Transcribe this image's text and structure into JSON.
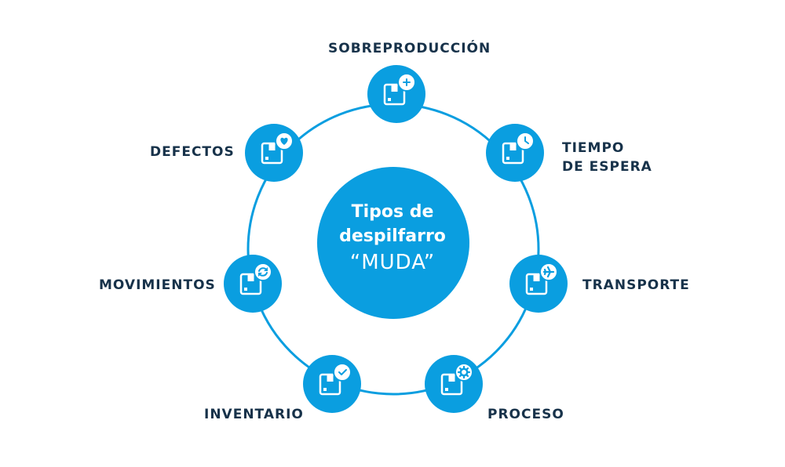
{
  "center": {
    "line1": "Tipos de",
    "line2": "despilfarro",
    "line3": "“MUDA”"
  },
  "colors": {
    "accent": "#0a9ee0",
    "label": "#17324a",
    "ring": "#0a9ee0"
  },
  "nodes": [
    {
      "label": "SOBREPRODUCCIÓN",
      "icon": "box-plus-icon"
    },
    {
      "label": "TIEMPO\nDE ESPERA",
      "icon": "box-clock-icon"
    },
    {
      "label": "TRANSPORTE",
      "icon": "box-plane-icon"
    },
    {
      "label": "PROCESO",
      "icon": "box-gear-icon"
    },
    {
      "label": "INVENTARIO",
      "icon": "box-check-icon"
    },
    {
      "label": "MOVIMIENTOS",
      "icon": "box-refresh-icon"
    },
    {
      "label": "DEFECTOS",
      "icon": "box-heart-icon"
    }
  ]
}
